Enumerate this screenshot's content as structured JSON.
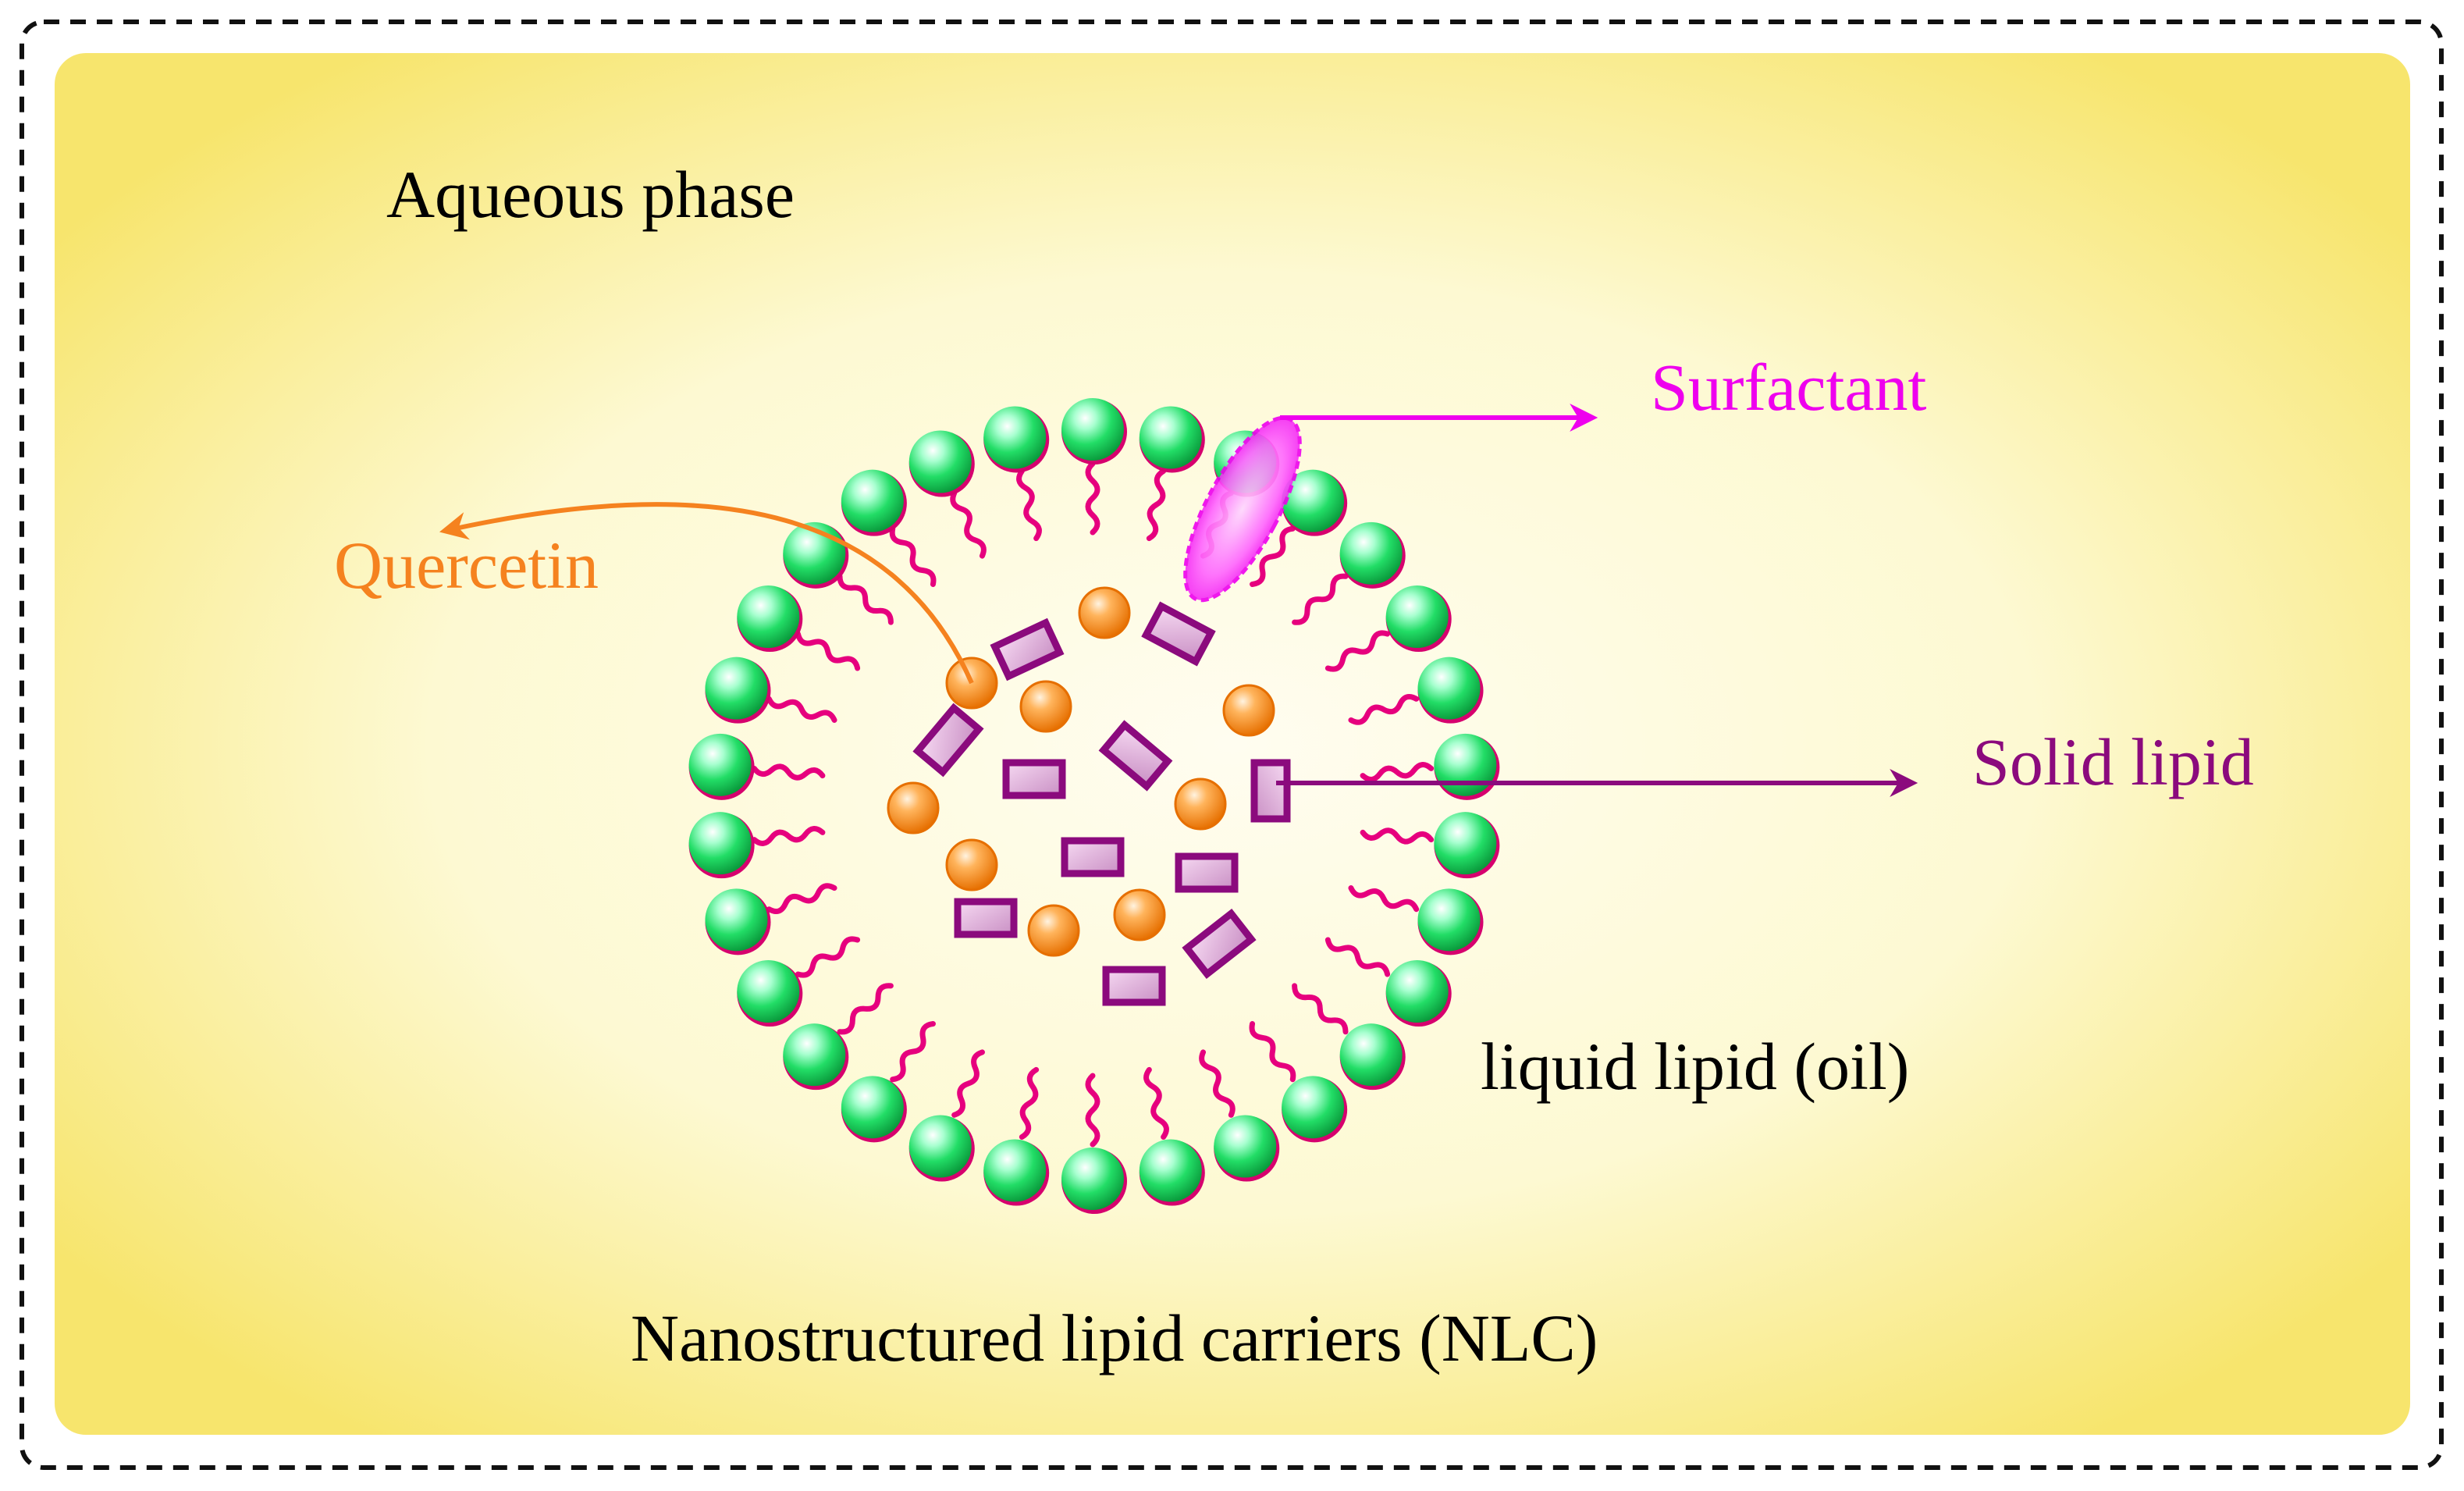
{
  "labels": {
    "aqueous_phase": "Aqueous phase",
    "surfactant": "Surfactant",
    "quercetin": "Quercetin",
    "solid_lipid": "Solid lipid",
    "liquid_lipid": "liquid lipid (oil)",
    "caption": "Nanostructured lipid carriers (NLC)"
  },
  "colors": {
    "background_light": "#fffde6",
    "background_edge": "#f8e874",
    "frame": "#111111",
    "surfactant": "#ee00ee",
    "quercetin": "#f5821f",
    "solid_lipid": "#8b0a7d",
    "tail": "#e6007e",
    "head": "#22dd66",
    "text": "#000000"
  },
  "icons": {
    "head_group": "green-sphere",
    "quercetin_molecule": "orange-sphere",
    "solid_lipid_block": "purple-rectangle",
    "surfactant_molecule": "magenta-ellipse"
  }
}
